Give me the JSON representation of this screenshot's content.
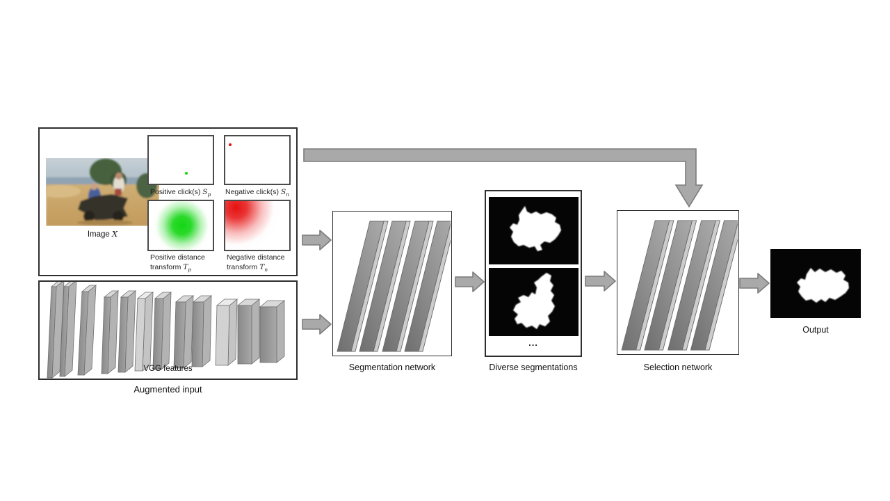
{
  "colors": {
    "positive_click": "#14d614",
    "negative_click": "#e61212",
    "arrow_fill": "#a9a9a9",
    "arrow_stroke": "#7c7c7c"
  },
  "input_panel": {
    "image_caption_text": "Image",
    "image_caption_math": "X",
    "positive_clicks_label": "Positive click(s)",
    "positive_clicks_math": "S",
    "positive_clicks_sub": "p",
    "negative_clicks_label": "Negative click(s)",
    "negative_clicks_math": "S",
    "negative_clicks_sub": "n",
    "positive_dt_line1": "Positive distance",
    "positive_dt_line2": "transform",
    "positive_dt_math": "T",
    "positive_dt_sub": "p",
    "negative_dt_line1": "Negative distance",
    "negative_dt_line2": "transform",
    "negative_dt_math": "T",
    "negative_dt_sub": "n"
  },
  "augmented_input": {
    "vgg_label": "VGG features",
    "caption": "Augmented input"
  },
  "segmentation_network": {
    "caption": "Segmentation network"
  },
  "diverse_segmentations": {
    "caption": "Diverse segmentations",
    "more_indicator": "..."
  },
  "selection_network": {
    "caption": "Selection network"
  },
  "output": {
    "caption": "Output"
  }
}
